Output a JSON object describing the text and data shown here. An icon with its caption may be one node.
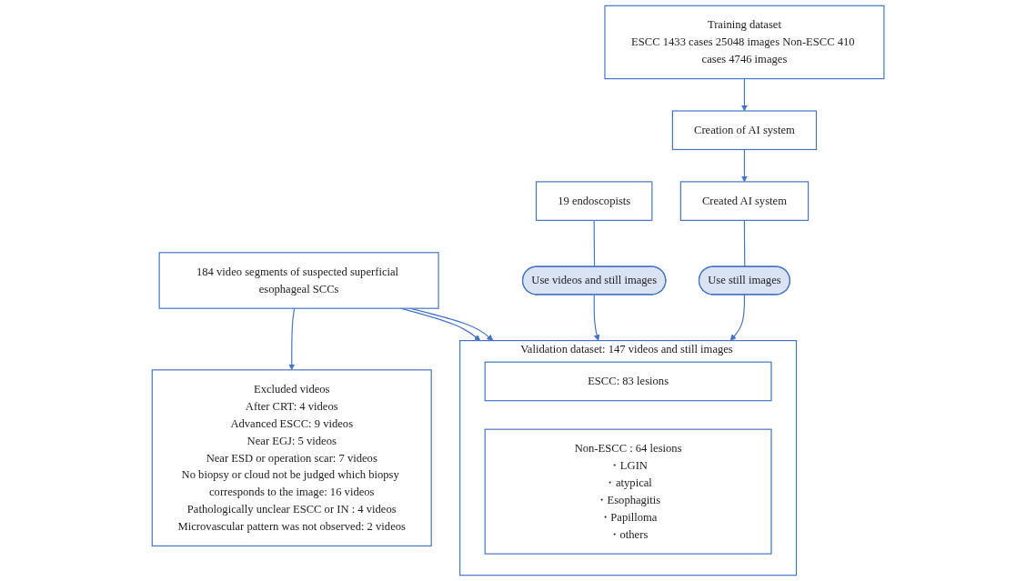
{
  "diagram": {
    "nodes": [
      {
        "text": [
          "Training dataset",
          "ESCC 1433 cases 25048 images Non-ESCC 410 cases 4746 images"
        ]
      },
      {
        "text": [
          "184 video segments of suspected superficial esophageal SCCs"
        ]
      },
      {
        "text": [
          "Excluded videos",
          "After CRT: 4 videos",
          "Advanced ESCC: 9 videos",
          "Near EGJ: 5 videos",
          "Near ESD or operation scar: 7 videos",
          "No biopsy or cloud not be judged which biopsy corresponds to the image: 16 videos",
          "Pathologically unclear ESCC or IN : 4 videos",
          "Microvascular pattern was not observed: 2 videos"
        ]
      },
      {
        "text": [
          "Creation of AI system"
        ]
      },
      {
        "text": [
          "19 endoscopists"
        ]
      },
      {
        "text": [
          "Created AI system"
        ]
      },
      {
        "text": [
          "Use videos and still images"
        ]
      },
      {
        "text": [
          "Use still images"
        ]
      },
      {
        "text": [
          "Validation dataset: 147 videos and still images"
        ]
      },
      {
        "text": [
          "ESCC: 83 lesions"
        ],
        "in": 8
      },
      {
        "text": [
          "Non-ESCC : 64 lesions",
          "・LGIN",
          "・atypical",
          "・Esophagitis",
          "・Papilloma",
          "・others"
        ],
        "in": 8
      }
    ],
    "edges": [
      {
        "from": 0,
        "to": 3,
        "arrow": "to"
      },
      {
        "from": 3,
        "to": 5,
        "arrow": "to"
      },
      {
        "from": 1,
        "to": 2,
        "arrow": "to"
      },
      {
        "from": 1,
        "to": 8,
        "arrow": "to"
      },
      {
        "from": 1,
        "to": 8,
        "arrow": "to"
      },
      {
        "from": 4,
        "to": 6,
        "arrow": "none"
      },
      {
        "from": 5,
        "to": 7,
        "arrow": "none"
      },
      {
        "from": 6,
        "to": 8,
        "arrow": "to"
      },
      {
        "from": 7,
        "to": 8,
        "arrow": "to"
      }
    ]
  }
}
